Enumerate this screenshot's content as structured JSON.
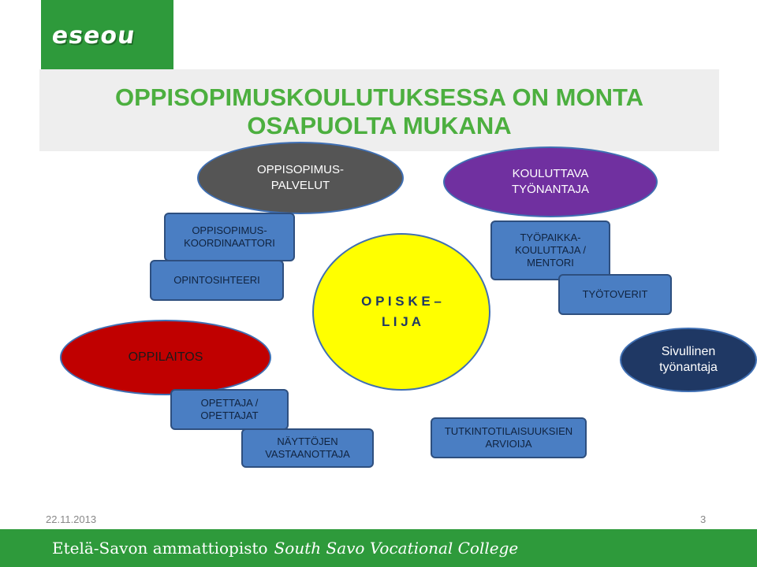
{
  "logo": {
    "text": "eseou"
  },
  "title": "OPPISOPIMUSKOULUTUKSESSA ON MONTA OSAPUOLTA MUKANA",
  "nodes": {
    "oppisopimuspalvelut": "OPPISOPIMUS-\nPALVELUT",
    "koulutttava": "KOULUTTAVA\nTYÖNANTAJA",
    "koordinaattori": "OPPISOPIMUS-\nKOORDINAATTORI",
    "opintosihteeri": "OPINTOSIHTEERI",
    "opiskelija": "O P I S K E –\nL I J A",
    "tyopaikkakouluttaja": "TYÖPAIKKA-\nKOULUTTAJA /\nMENTORI",
    "tyotoverit": "TYÖTOVERIT",
    "oppilaitos": "OPPILAITOS",
    "sivullinen": "Sivullinen\ntyönantaja",
    "opettaja": "OPETTAJA /\nOPETTAJAT",
    "nayttojen": "NÄYTTÖJEN\nVASTAANOTTAJA",
    "tutkinto": "TUTKINTOTILAISUUKSIEN\nARVIOIJA"
  },
  "footer": {
    "date": "22.11.2013",
    "page": "3",
    "org": "Etelä-Savon ammattiopisto",
    "org_en": "South Savo Vocational College"
  },
  "colors": {
    "green": "#2e9a3b",
    "title_green": "#4caf3f",
    "box_blue": "#4a7ec3",
    "gray_ellipse": "#555555",
    "purple_ellipse": "#7030a0",
    "red_ellipse": "#c00000",
    "yellow_circle": "#ffff00",
    "navy_ellipse": "#1f3864"
  }
}
